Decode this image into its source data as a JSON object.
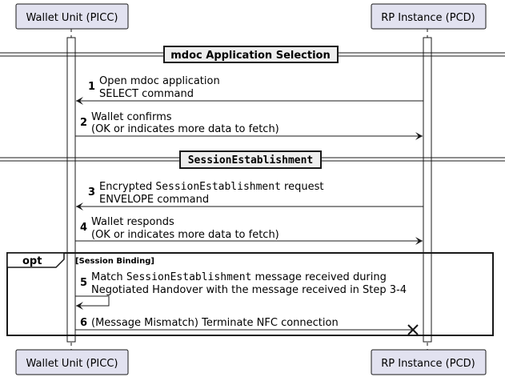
{
  "participants": {
    "left": "Wallet Unit (PICC)",
    "right": "RP Instance (PCD)"
  },
  "dividers": {
    "first": "mdoc Application Selection",
    "second": "SessionEstablishment"
  },
  "messages": [
    {
      "num": "1",
      "line1": "Open mdoc application",
      "line2": "SELECT command"
    },
    {
      "num": "2",
      "line1": "Wallet confirms",
      "line2": "(OK or indicates more data to fetch)"
    },
    {
      "num": "3",
      "line1_a": "Encrypted ",
      "line1_b": "SessionEstablishment",
      "line1_c": " request",
      "line2": "ENVELOPE command"
    },
    {
      "num": "4",
      "line1": "Wallet responds",
      "line2": "(OK or indicates more data to fetch)"
    },
    {
      "num": "5",
      "line1_a": "Match ",
      "line1_b": "SessionEstablishment",
      "line1_c": " message received during",
      "line2": " Negotiated Handover with the message received in Step 3-4"
    },
    {
      "num": "6",
      "line1": "(Message Mismatch) Terminate NFC connection"
    }
  ],
  "fragment": {
    "keyword": "opt",
    "condition": "[Session Binding]"
  },
  "colors": {
    "participant_fill": "#E2E2F0",
    "participant_border": "#181818",
    "lifeline": "#181818",
    "divider_fill": "#EEEEEE"
  }
}
